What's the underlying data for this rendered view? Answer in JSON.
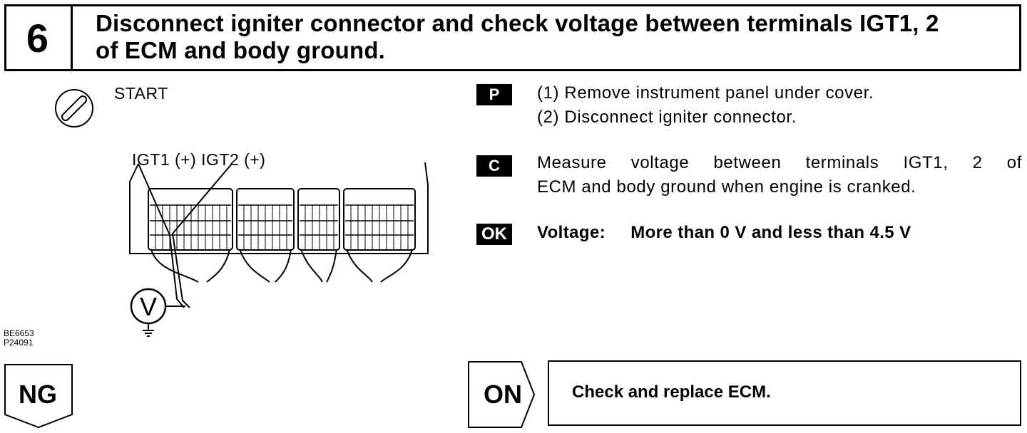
{
  "header": {
    "step_number": "6",
    "title_line1": "Disconnect igniter connector and check voltage between terminals IGT1, 2",
    "title_line2": "of ECM and body ground."
  },
  "figure": {
    "start_label": "START",
    "probe_labels": "IGT1 (+) IGT2 (+)",
    "meter_symbol": "V",
    "code_line1": "BE6653",
    "code_line2": "P24091"
  },
  "instructions": {
    "p_tag": "P",
    "p_line1": "(1) Remove instrument panel under cover.",
    "p_line2": "(2) Disconnect igniter connector.",
    "c_tag": "C",
    "c_line1": "Measure voltage between terminals IGT1, 2 of",
    "c_line2": "ECM and body ground when engine is cranked.",
    "ok_tag": "OK",
    "ok_label": "Voltage:",
    "ok_value": "More than 0 V and less than 4.5 V"
  },
  "results": {
    "ng_label": "NG",
    "on_label": "ON",
    "action_text": "Check and replace ECM."
  }
}
